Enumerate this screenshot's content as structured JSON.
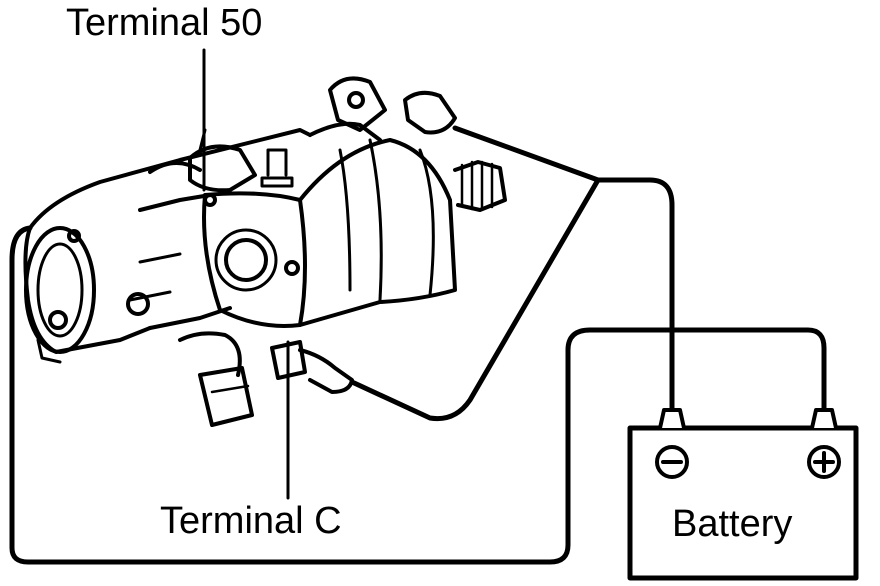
{
  "labels": {
    "terminal_50": "Terminal 50",
    "terminal_c": "Terminal C",
    "battery": "Battery"
  },
  "battery": {
    "negative_symbol": "−",
    "positive_symbol": "+"
  },
  "colors": {
    "ink": "#000000",
    "paper": "#ffffff"
  }
}
